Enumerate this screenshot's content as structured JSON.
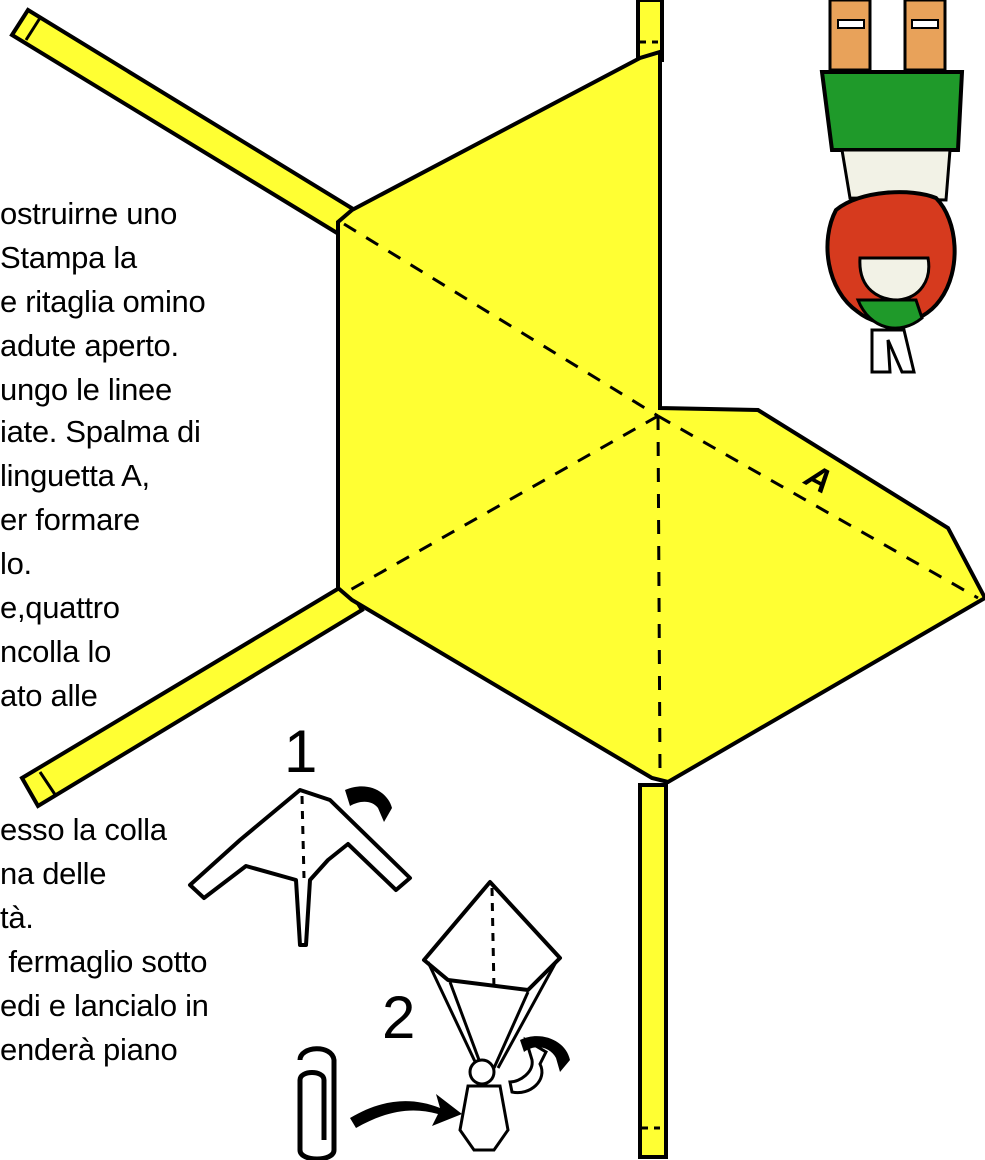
{
  "instructions_top": [
    "ostruirne uno",
    "Stampa la",
    "e ritaglia omino",
    "adute aperto.",
    "ungo le linee",
    "iate. Spalma di",
    "linguetta A,",
    "er formare",
    "lo.",
    "e,quattro",
    "ncolla lo",
    "ato alle"
  ],
  "instructions_bottom": [
    "esso la colla",
    "na delle",
    "tà.",
    " fermaglio sotto",
    "edi e lancialo in",
    "enderà piano"
  ],
  "tab_label": "A",
  "step_labels": [
    "1",
    "2"
  ],
  "icons": [
    "fold-arrow-icon",
    "paperclip-icon",
    "pull-arrow-icon"
  ],
  "colors": {
    "paper": "#ffff33",
    "outline": "#000000",
    "skirt": "#1f9a2a",
    "hair": "#d63a1e",
    "background": "#ffffff"
  }
}
